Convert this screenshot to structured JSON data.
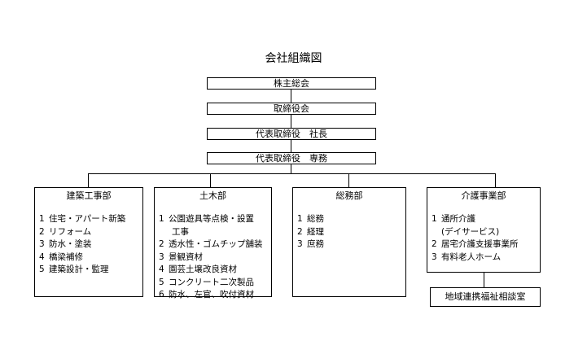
{
  "title": "会社組織図",
  "hierarchy": [
    "株主総会",
    "取締役会",
    "代表取締役　社長",
    "代表取締役　専務"
  ],
  "departments": [
    {
      "name": "建築工事部",
      "items": [
        {
          "num": "1",
          "text": "住宅・アパート新築"
        },
        {
          "num": "2",
          "text": "リフォーム"
        },
        {
          "num": "3",
          "text": "防水・塗装"
        },
        {
          "num": "4",
          "text": "橋梁補修"
        },
        {
          "num": "5",
          "text": "建築設計・監理"
        }
      ]
    },
    {
      "name": "土木部",
      "items": [
        {
          "num": "1",
          "text": "公園遊具等点検・設置"
        },
        {
          "num": "",
          "text": "工事"
        },
        {
          "num": "2",
          "text": "透水性・ゴムチップ舗装"
        },
        {
          "num": "3",
          "text": "景観資材"
        },
        {
          "num": "4",
          "text": "園芸土壌改良資材"
        },
        {
          "num": "5",
          "text": "コンクリート二次製品"
        },
        {
          "num": "6",
          "text": "防水、左官、吹付資材"
        }
      ]
    },
    {
      "name": "総務部",
      "items": [
        {
          "num": "1",
          "text": "総務"
        },
        {
          "num": "2",
          "text": "経理"
        },
        {
          "num": "3",
          "text": "庶務"
        }
      ]
    },
    {
      "name": "介護事業部",
      "items": [
        {
          "num": "1",
          "text": "通所介護"
        },
        {
          "num": "",
          "text": "(デイサービス)"
        },
        {
          "num": "2",
          "text": "居宅介護支援事業所"
        },
        {
          "num": "3",
          "text": "有料老人ホーム"
        }
      ]
    }
  ],
  "sub_unit": "地域連携福祉相談室"
}
